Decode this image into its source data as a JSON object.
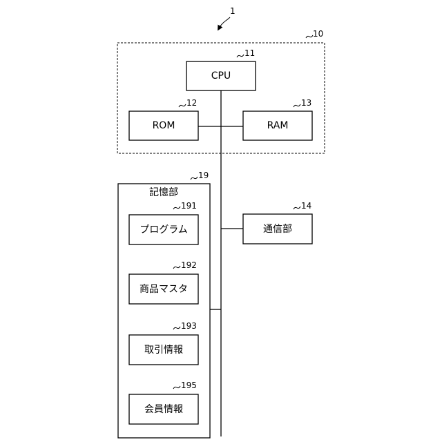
{
  "figure_ref": "1",
  "system": {
    "ref": "10"
  },
  "cpu": {
    "label": "CPU",
    "ref": "11"
  },
  "rom": {
    "label": "ROM",
    "ref": "12"
  },
  "ram": {
    "label": "RAM",
    "ref": "13"
  },
  "comm": {
    "label": "通信部",
    "ref": "14"
  },
  "storage": {
    "label": "記憶部",
    "ref": "19",
    "items": [
      {
        "label": "プログラム",
        "ref": "191"
      },
      {
        "label": "商品マスタ",
        "ref": "192"
      },
      {
        "label": "取引情報",
        "ref": "193"
      },
      {
        "label": "会員情報",
        "ref": "195"
      }
    ]
  }
}
